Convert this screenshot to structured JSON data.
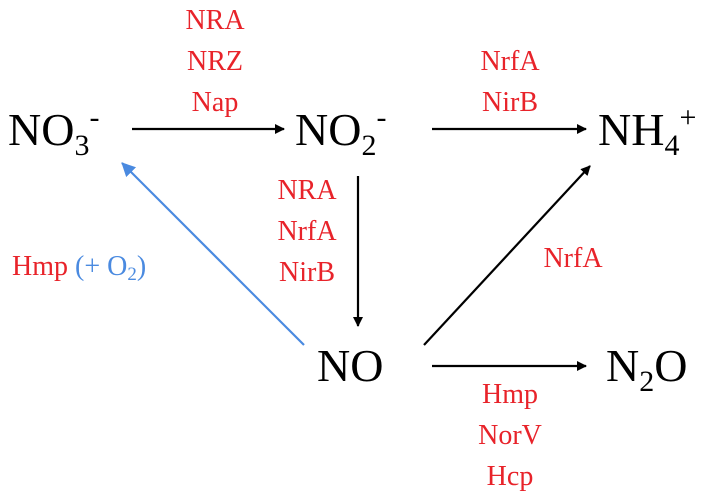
{
  "species": {
    "nitrate": {
      "base": "NO",
      "sub": "3",
      "sup": "-"
    },
    "nitrite": {
      "base": "NO",
      "sub": "2",
      "sup": "-"
    },
    "ammonium": {
      "base": "NH",
      "sub": "4",
      "sup": "+"
    },
    "nitric_oxide": {
      "text": "NO"
    },
    "nitrous_oxide": {
      "pre": "N",
      "sub": "2",
      "post": "O"
    }
  },
  "enzymes": {
    "nitrate_to_nitrite": [
      "NRA",
      "NRZ",
      "Nap"
    ],
    "nitrite_to_ammonium": [
      "NrfA",
      "NirB"
    ],
    "nitrite_to_no": [
      "NRA",
      "NrfA",
      "NirB"
    ],
    "no_to_ammonium": [
      "NrfA"
    ],
    "no_to_n2o": [
      "Hmp",
      "NorV",
      "Hcp"
    ],
    "no_to_nitrate": {
      "enzyme": "Hmp",
      "cond_open": "(+ O",
      "cond_sub": "2",
      "cond_close": ")"
    }
  },
  "colors": {
    "enzyme_label": "#e8232a",
    "oxygen_condition": "#4a8ae0",
    "arrow_default": "#000000",
    "arrow_oxidation": "#4a8ae0"
  }
}
